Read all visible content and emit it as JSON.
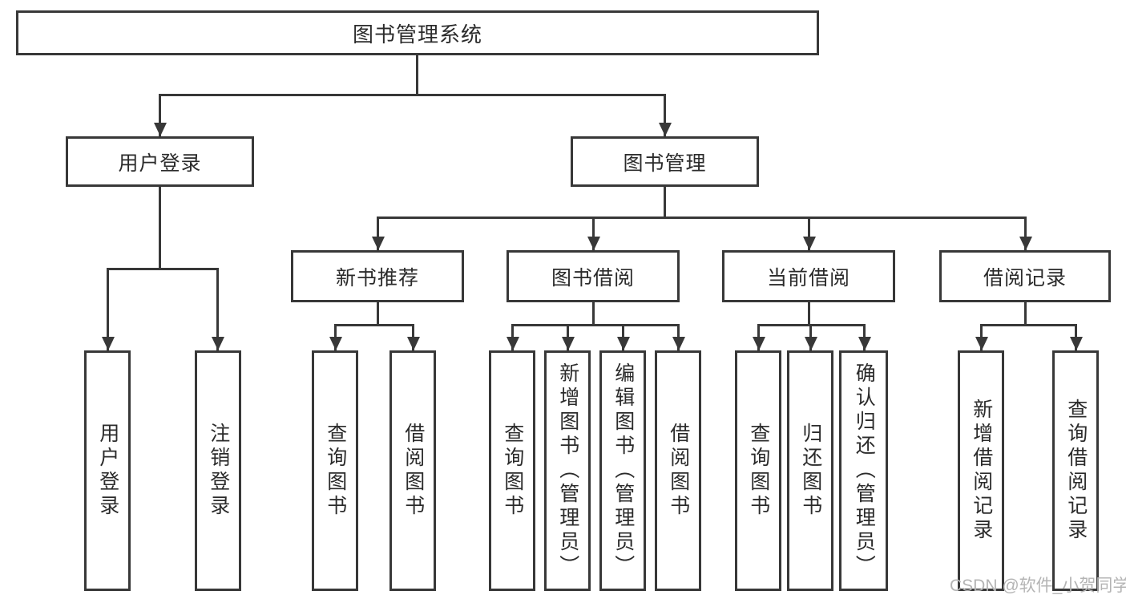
{
  "root": {
    "label": "图书管理系统"
  },
  "branches": {
    "userLogin": {
      "label": "用户登录",
      "children": [
        "用户登录",
        "注销登录"
      ]
    },
    "bookManagement": {
      "label": "图书管理"
    },
    "newBookRecommend": {
      "label": "新书推荐",
      "children": [
        "查询图书",
        "借阅图书"
      ]
    },
    "bookBorrow": {
      "label": "图书借阅",
      "children": [
        "查询图书",
        "新增图书（管理员）",
        "编辑图书（管理员）",
        "借阅图书"
      ]
    },
    "currentBorrow": {
      "label": "当前借阅",
      "children": [
        "查询图书",
        "归还图书",
        "确认归还（管理员）"
      ]
    },
    "borrowRecords": {
      "label": "借阅记录",
      "children": [
        "新增借阅记录",
        "查询借阅记录"
      ]
    }
  },
  "watermark": {
    "text": "CSDN @软件_小贺同学"
  },
  "colors": {
    "line": "#383838",
    "text": "#2b2b2b",
    "background": "#ffffff",
    "watermark": "#b4b4b4"
  }
}
